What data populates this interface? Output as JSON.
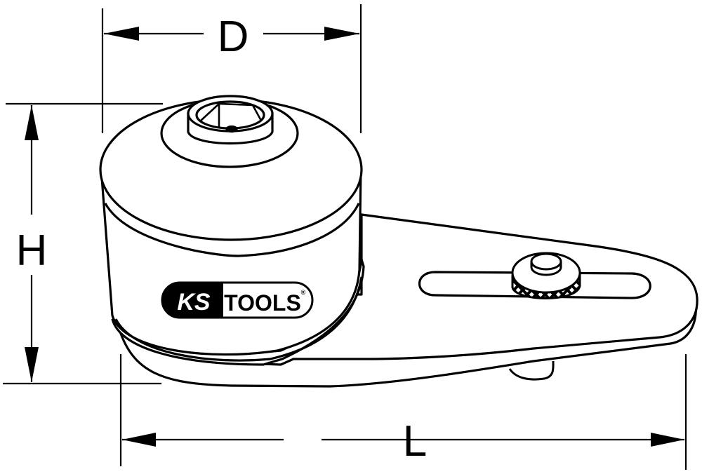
{
  "diagram": {
    "type": "technical-dimension-drawing",
    "subject": "torque multiplier / reducing ratchet adapter with slotted lever arm and knurled thumbscrew",
    "line_color": "#000000",
    "background_color": "#ffffff"
  },
  "dimensions": {
    "D": {
      "label": "D",
      "meaning": "diameter of housing"
    },
    "H": {
      "label": "H",
      "meaning": "overall height"
    },
    "L": {
      "label": "L",
      "meaning": "overall length"
    }
  },
  "logo": {
    "left_text": "KS",
    "right_text": "TOOLS",
    "mark": "®"
  }
}
